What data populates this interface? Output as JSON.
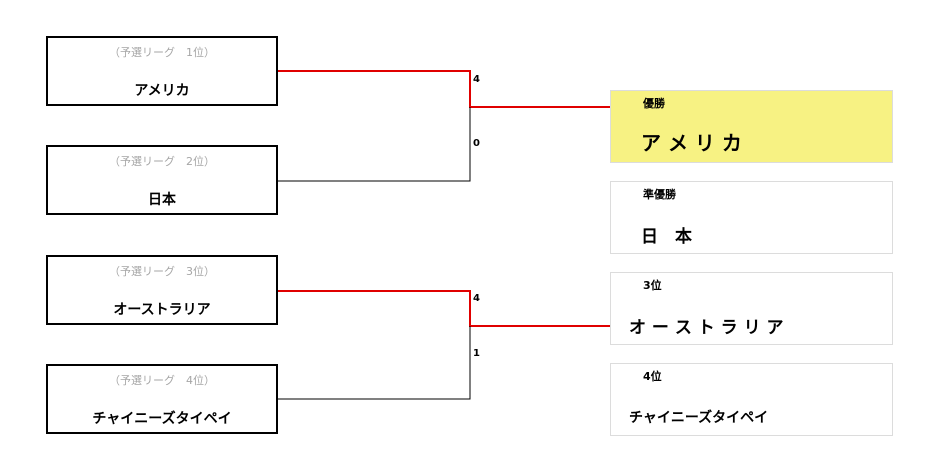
{
  "bracket": {
    "teams": [
      {
        "seed": "（予選リーグ　1位）",
        "name": "アメリカ"
      },
      {
        "seed": "（予選リーグ　2位）",
        "name": "日本"
      },
      {
        "seed": "（予選リーグ　3位）",
        "name": "オーストラリア"
      },
      {
        "seed": "（予選リーグ　4位）",
        "name": "チャイニーズタイペイ"
      }
    ],
    "matches": [
      {
        "top_score": "4",
        "bottom_score": "0"
      },
      {
        "top_score": "4",
        "bottom_score": "1"
      }
    ],
    "winner_line_color": "#e00000",
    "loser_line_color": "#000000"
  },
  "results": [
    {
      "title": "優勝",
      "name": "ア メ リ カ"
    },
    {
      "title": "準優勝",
      "name": "日　本"
    },
    {
      "title": "3位",
      "name": "オ ー ス ト ラ リ ア"
    },
    {
      "title": "4位",
      "name": "チャイニーズタイペイ"
    }
  ],
  "colors": {
    "champion_fill": "#f7f283"
  }
}
